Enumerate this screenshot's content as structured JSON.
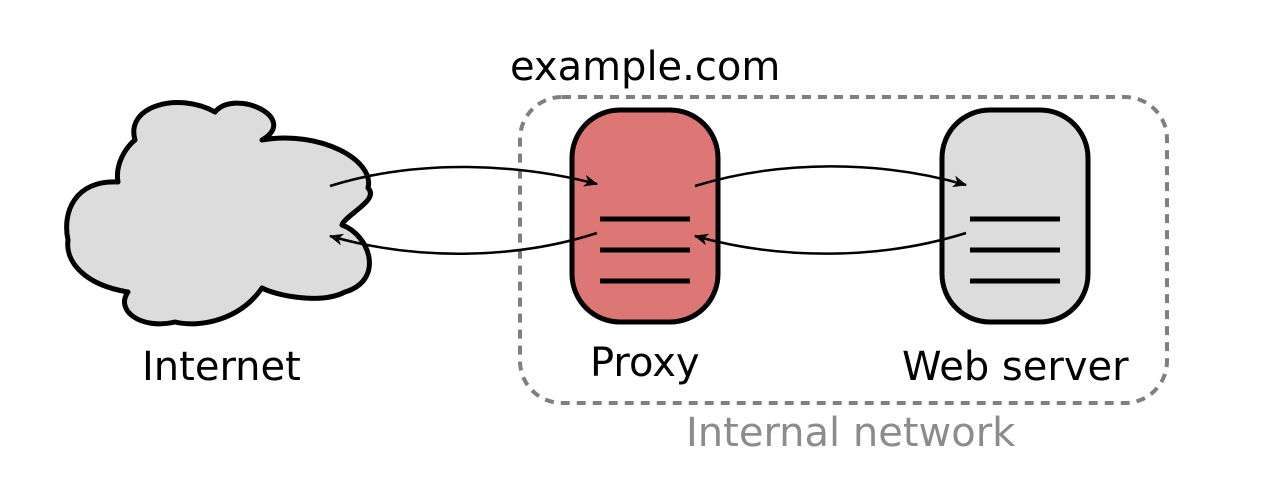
{
  "domain_title": "example.com",
  "nodes": {
    "internet": {
      "label": "Internet"
    },
    "proxy": {
      "label": "Proxy"
    },
    "web_server": {
      "label": "Web server"
    }
  },
  "group": {
    "label": "Internal network"
  },
  "colors": {
    "proxy_fill": "#dd7775",
    "server_fill": "#dcdcdc",
    "cloud_fill": "#dcdcdc",
    "stroke": "#000000",
    "group_border": "#7f7f7f",
    "group_label": "#8c8c8c"
  }
}
